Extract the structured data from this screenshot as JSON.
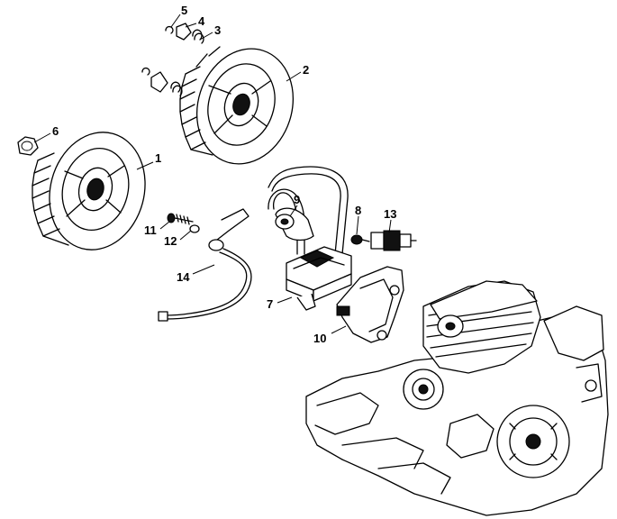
{
  "callouts": [
    {
      "id": "1",
      "part": "flywheel-a"
    },
    {
      "id": "2",
      "part": "flywheel-b"
    },
    {
      "id": "3",
      "part": "spring"
    },
    {
      "id": "4",
      "part": "pawl"
    },
    {
      "id": "5",
      "part": "circlip"
    },
    {
      "id": "6",
      "part": "hex-nut"
    },
    {
      "id": "7",
      "part": "ignition-module"
    },
    {
      "id": "8",
      "part": "screw"
    },
    {
      "id": "9",
      "part": "spark-plug-boot"
    },
    {
      "id": "10",
      "part": "cover"
    },
    {
      "id": "11",
      "part": "screw"
    },
    {
      "id": "12",
      "part": "washer"
    },
    {
      "id": "13",
      "part": "spark-plug"
    },
    {
      "id": "14",
      "part": "short-circuit-wire"
    }
  ]
}
